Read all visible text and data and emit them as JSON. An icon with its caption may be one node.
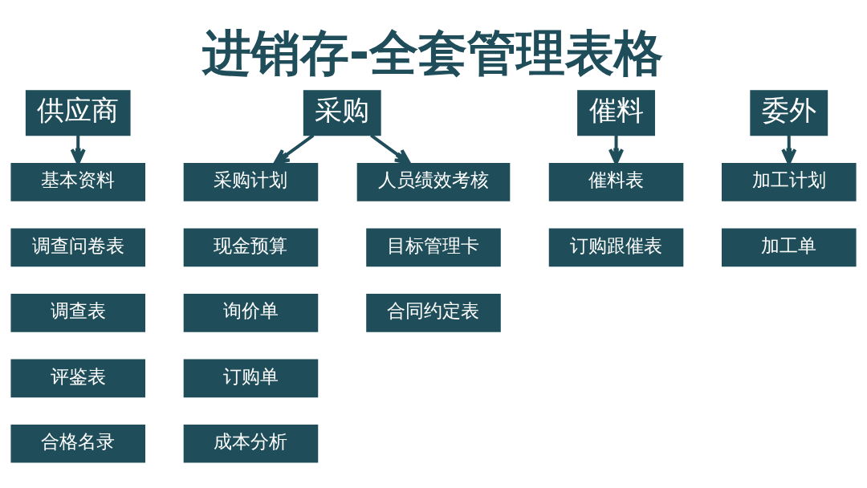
{
  "diagram": {
    "title": "进销存-全套管理表格",
    "nodes": [
      {
        "text": [
          "供应商"
        ]
      },
      {
        "text": [
          "基本资料"
        ]
      },
      {
        "text": [
          "调查问卷表"
        ]
      },
      {
        "text": [
          "调查表"
        ]
      },
      {
        "text": [
          "评鉴表"
        ]
      },
      {
        "text": [
          "合格名录"
        ]
      },
      {
        "text": [
          "采购"
        ]
      },
      {
        "text": [
          "采购计划"
        ]
      },
      {
        "text": [
          "现金预算"
        ]
      },
      {
        "text": [
          "询价单"
        ]
      },
      {
        "text": [
          "订购单"
        ]
      },
      {
        "text": [
          "成本分析"
        ]
      },
      {
        "text": [
          "人员绩效考核"
        ]
      },
      {
        "text": [
          "目标管理卡"
        ]
      },
      {
        "text": [
          "合同约定表"
        ]
      },
      {
        "text": [
          "催料"
        ]
      },
      {
        "text": [
          "催料表"
        ]
      },
      {
        "text": [
          "订购跟催表"
        ]
      },
      {
        "text": [
          "委外"
        ]
      },
      {
        "text": [
          "加工计划"
        ]
      },
      {
        "text": [
          "加工单"
        ]
      }
    ],
    "edges": [
      {
        "from": 0,
        "to": 1,
        "arrow": "to"
      },
      {
        "from": 6,
        "to": 7,
        "arrow": "to"
      },
      {
        "from": 6,
        "to": 12,
        "arrow": "to"
      },
      {
        "from": 15,
        "to": 16,
        "arrow": "to"
      },
      {
        "from": 18,
        "to": 19,
        "arrow": "to"
      }
    ]
  }
}
